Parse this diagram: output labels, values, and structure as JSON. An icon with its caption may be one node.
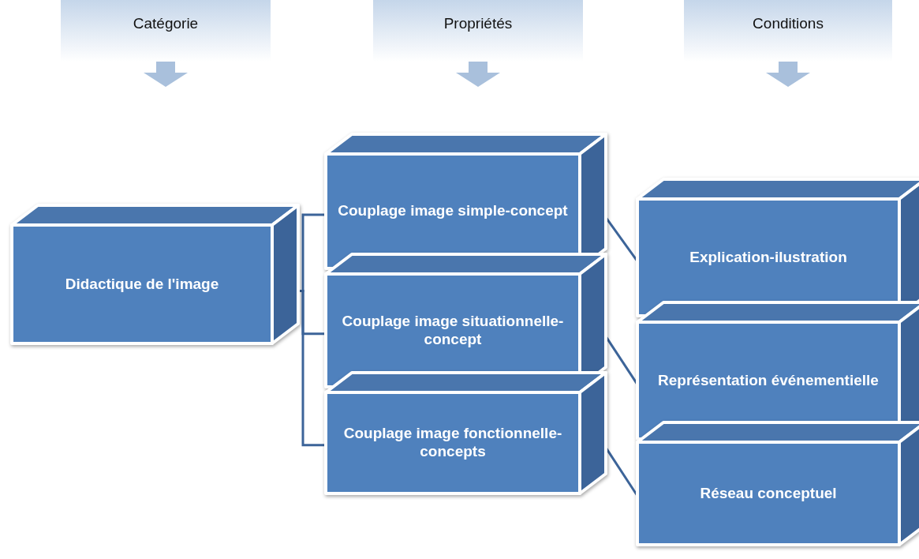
{
  "diagram": {
    "nodes": [
      {
        "text": [
          "Catégorie"
        ]
      },
      {
        "text": [
          "Propriétés"
        ]
      },
      {
        "text": [
          "Conditions"
        ]
      },
      {
        "text": [
          "Didactique de l'image"
        ]
      },
      {
        "text": [
          "Couplage image simple-concept"
        ]
      },
      {
        "text": [
          "Couplage image situationnelle-concept"
        ]
      },
      {
        "text": [
          "Couplage image fonctionnelle-concepts"
        ]
      },
      {
        "text": [
          "Explication-ilustration"
        ]
      },
      {
        "text": [
          "Représentation événementielle"
        ]
      },
      {
        "text": [
          "Réseau conceptuel"
        ]
      }
    ],
    "edges": [
      {
        "from": 3,
        "to": 4,
        "arrow": "none"
      },
      {
        "from": 3,
        "to": 5,
        "arrow": "none"
      },
      {
        "from": 3,
        "to": 6,
        "arrow": "none"
      },
      {
        "from": 4,
        "to": 7,
        "arrow": "none"
      },
      {
        "from": 5,
        "to": 8,
        "arrow": "none"
      },
      {
        "from": 6,
        "to": 9,
        "arrow": "none"
      }
    ]
  }
}
